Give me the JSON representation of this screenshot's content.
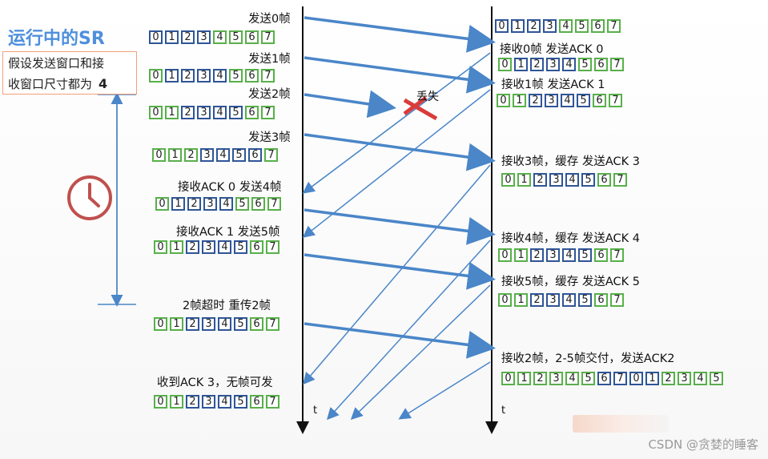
{
  "title": "运行中的SR",
  "note": {
    "line1": "假设发送窗口和接",
    "line2": "收窗口尺寸都为",
    "value": "4"
  },
  "loss_label": "丢失",
  "time_label": "t",
  "watermark": "CSDN @贪婪的睡客",
  "sender_events": [
    "发送0帧",
    "发送1帧",
    "发送2帧",
    "发送3帧",
    "接收ACK 0  发送4帧",
    "接收ACK 1  发送5帧",
    "2帧超时  重传2帧",
    "收到ACK 3，无帧可发"
  ],
  "receiver_events": [
    "接收0帧 发送ACK 0",
    "接收1帧 发送ACK 1",
    "接收3帧，缓存  发送ACK 3",
    "接收4帧，缓存  发送ACK 4",
    "接收5帧，缓存  发送ACK 5",
    "接收2帧，2-5帧交付，发送ACK2"
  ],
  "sender_windows": [
    [
      "0",
      "1",
      "2",
      "3",
      "4",
      "5",
      "6",
      "7"
    ],
    [
      "0",
      "1",
      "2",
      "3",
      "4",
      "5",
      "6",
      "7"
    ],
    [
      "0",
      "1",
      "2",
      "3",
      "4",
      "5",
      "6",
      "7"
    ],
    [
      "0",
      "1",
      "2",
      "3",
      "4",
      "5",
      "6",
      "7"
    ],
    [
      "0",
      "1",
      "2",
      "3",
      "4",
      "5",
      "6",
      "7"
    ],
    [
      "0",
      "1",
      "2",
      "3",
      "4",
      "5",
      "6",
      "7"
    ],
    [
      "0",
      "1",
      "2",
      "3",
      "4",
      "5",
      "6",
      "7"
    ],
    [
      "0",
      "1",
      "2",
      "3",
      "4",
      "5",
      "6",
      "7"
    ]
  ],
  "receiver_windows": [
    [
      "0",
      "1",
      "2",
      "3",
      "4",
      "5",
      "6",
      "7"
    ],
    [
      "0",
      "1",
      "2",
      "3",
      "4",
      "5",
      "6",
      "7"
    ],
    [
      "0",
      "1",
      "2",
      "3",
      "4",
      "5",
      "6",
      "7"
    ],
    [
      "0",
      "1",
      "2",
      "3",
      "4",
      "5",
      "6",
      "7"
    ],
    [
      "0",
      "1",
      "2",
      "3",
      "4",
      "5",
      "6",
      "7"
    ],
    [
      "0",
      "1",
      "2",
      "3",
      "4",
      "5",
      "6",
      "7"
    ],
    [
      "0",
      "1",
      "2",
      "3",
      "4",
      "5",
      "6",
      "7",
      "0",
      "1",
      "2",
      "3",
      "4",
      "5"
    ]
  ],
  "colors": {
    "accent": "#4f8fdd",
    "arrow": "#4a86c8",
    "cell_border": "#58b04a",
    "window_border": "#2f5597",
    "clock": "#c0504d",
    "loss": "#d93c3c"
  }
}
